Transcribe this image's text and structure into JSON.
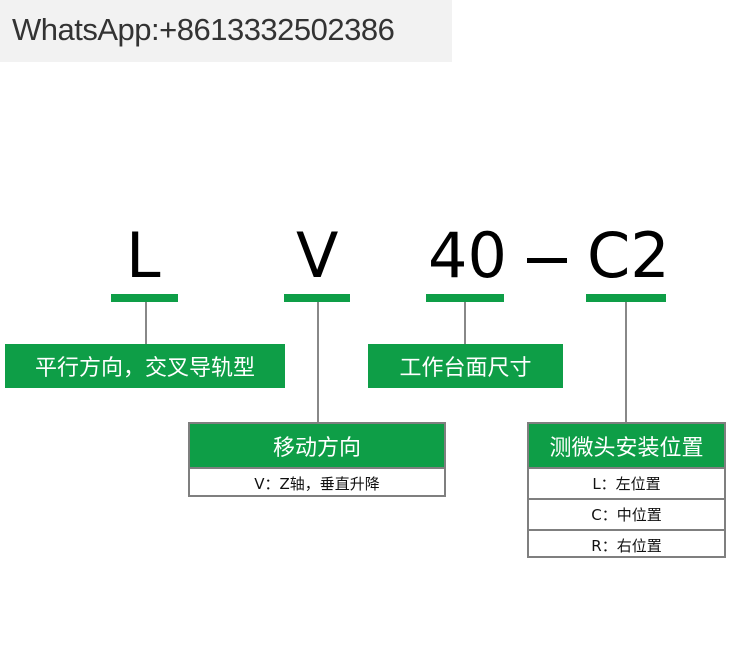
{
  "contact": {
    "text": "WhatsApp:+8613332502386"
  },
  "code": {
    "part1": "L",
    "part2": "V",
    "part3": "40",
    "dash": "—",
    "part4": "C2"
  },
  "labels": {
    "type": "平行方向，交叉导轨型",
    "size": "工作台面尺寸"
  },
  "direction": {
    "title": "移动方向",
    "rows": [
      "V：Z轴，垂直升降"
    ]
  },
  "micrometer": {
    "title": "测微头安装位置",
    "rows": [
      "L：左位置",
      "C：中位置",
      "R：右位置"
    ]
  },
  "colors": {
    "accent": "#0e9e47",
    "line": "#888888"
  }
}
